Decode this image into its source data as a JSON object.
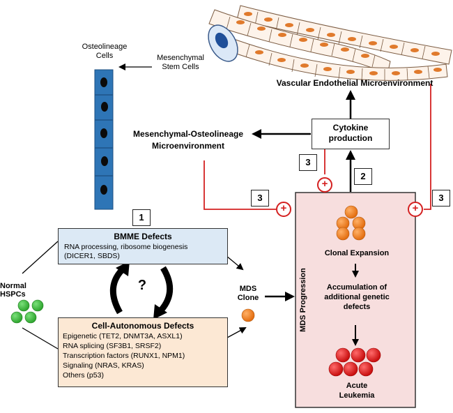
{
  "labels": {
    "osteolineage_cells": "Osteolineage\nCells",
    "mesenchymal_stem_cells": "Mesenchymal\nStem Cells",
    "vascular_microenvironment": "Vascular Endothelial Microenvironment",
    "mesenchymal_osteolineage_microenvironment": "Mesenchymal-Osteolineage\nMicroenvironment",
    "cytokine_production": "Cytokine\nproduction",
    "normal_hspcs": "Normal HSPCs",
    "mds_clone": "MDS\nClone",
    "question_mark": "?",
    "mds_progression": "MDS Progression",
    "clonal_expansion": "Clonal Expansion",
    "accumulation": "Accumulation of\nadditional genetic\ndefects",
    "acute_leukemia": "Acute\nLeukemia",
    "plus": "+"
  },
  "bmme_box": {
    "title": "BMME Defects",
    "lines": [
      "RNA processing, ribosome biogenesis",
      "(DICER1, SBDS)"
    ]
  },
  "cell_autonomous_box": {
    "title": "Cell-Autonomous Defects",
    "lines": [
      "Epigenetic (TET2, DNMT3A,  ASXL1)",
      "RNA splicing (SF3B1, SRSF2)",
      "Transcription factors (RUNX1, NPM1)",
      "Signaling (NRAS, KRAS)",
      "Others (p53)"
    ]
  },
  "step_numbers": {
    "step1": "1",
    "step2": "2",
    "step3_left": "3",
    "step3_middle": "3",
    "step3_right": "3"
  },
  "colors": {
    "bmme_fill": "#dce9f5",
    "cell_autonomous_fill": "#fce8d4",
    "progression_fill": "#f7dede",
    "osteo_cell": "#2e75b6",
    "hspc_green": "#3bb53b",
    "mds_orange": "#f07f1e",
    "leukemia_red": "#e41e1e",
    "positive_red": "#d42020",
    "vessel_nucleus": "#e07a2c"
  }
}
